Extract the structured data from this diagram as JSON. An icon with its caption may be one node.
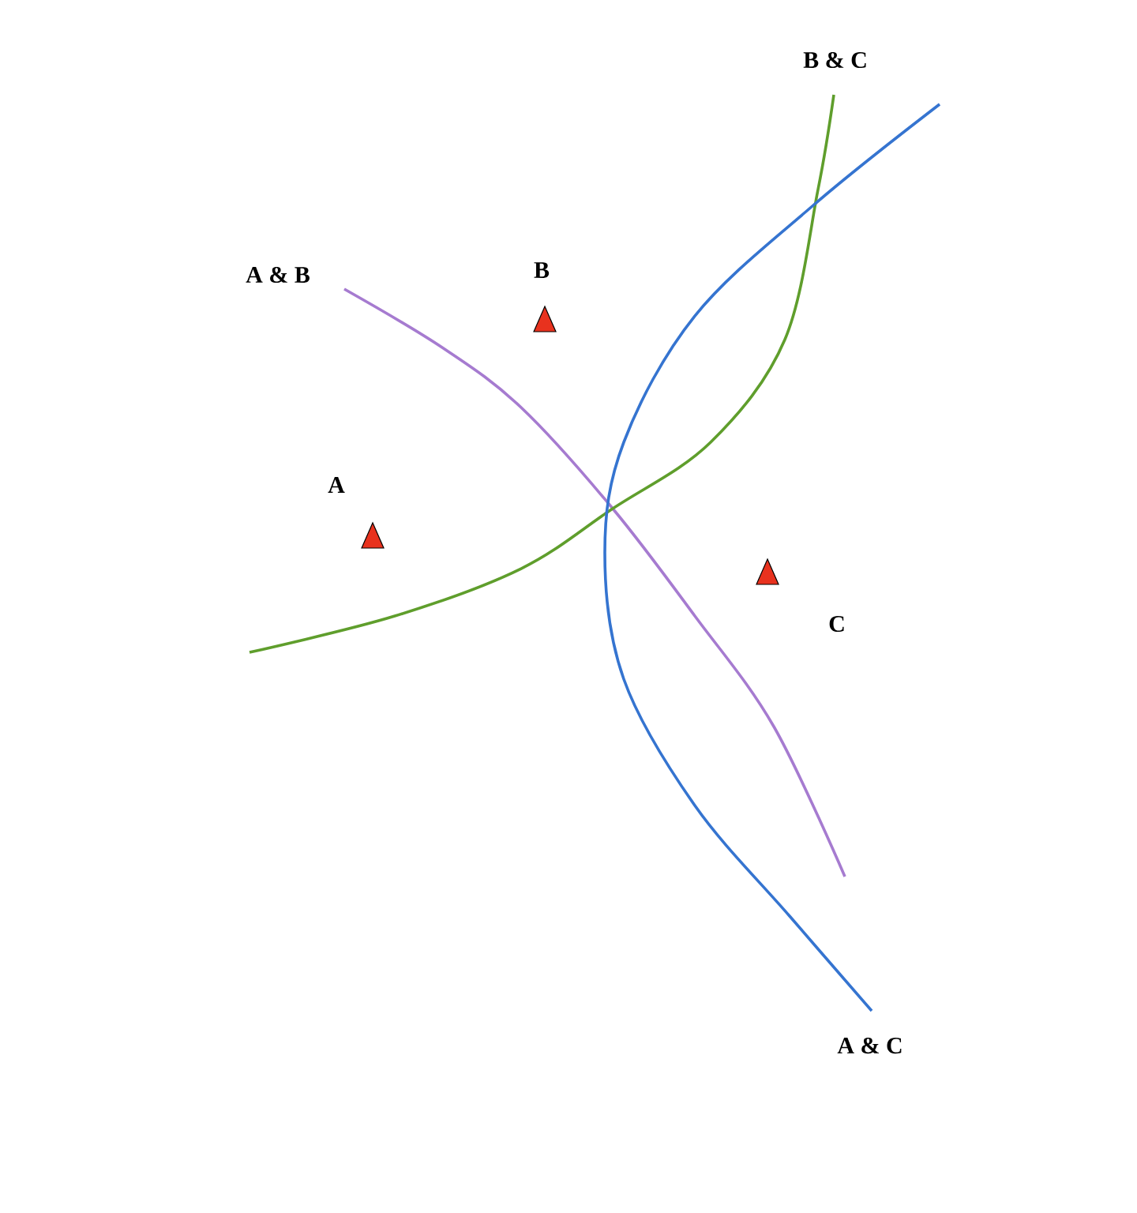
{
  "diagram": {
    "labels": [
      "B & C",
      "A & B",
      "B",
      "A",
      "C",
      "A & C"
    ]
  }
}
